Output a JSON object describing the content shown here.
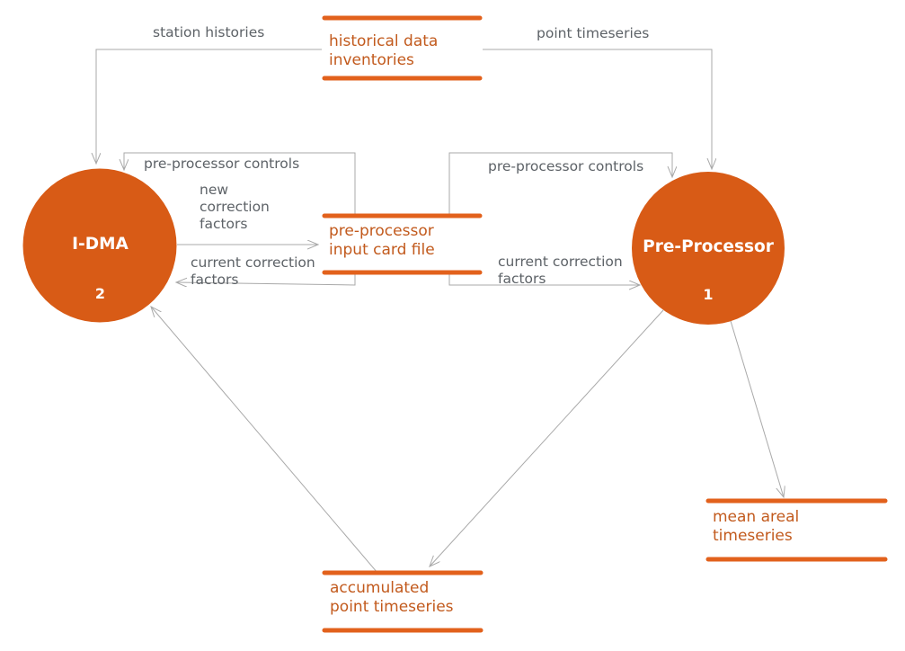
{
  "diagram": {
    "type": "data-flow-diagram",
    "colors": {
      "process_fill": "#d85b16",
      "process_text": "#ffffff",
      "store_bar": "#e2611c",
      "store_text": "#c25a1d",
      "flow_label_text": "#5d6267",
      "flow_line": "#a9a9a9",
      "background": "#ffffff"
    },
    "processes": [
      {
        "label": "I-DMA",
        "number": "2"
      },
      {
        "label": "Pre-Processor",
        "number": "1"
      }
    ],
    "data_stores": [
      {
        "label": "historical data\ninventories"
      },
      {
        "label": "pre-processor\ninput card file"
      },
      {
        "label": "mean areal\ntimeseries"
      },
      {
        "label": "accumulated\npoint timeseries"
      }
    ],
    "flow_labels": {
      "station_histories": "station histories",
      "point_timeseries": "point timeseries",
      "preprocessor_controls_left": "pre-processor controls",
      "preprocessor_controls_right": "pre-processor controls",
      "new_correction_factors": "new\ncorrection\nfactors",
      "current_correction_factors_left": "current correction\nfactors",
      "current_correction_factors_right": "current correction\nfactors"
    }
  }
}
